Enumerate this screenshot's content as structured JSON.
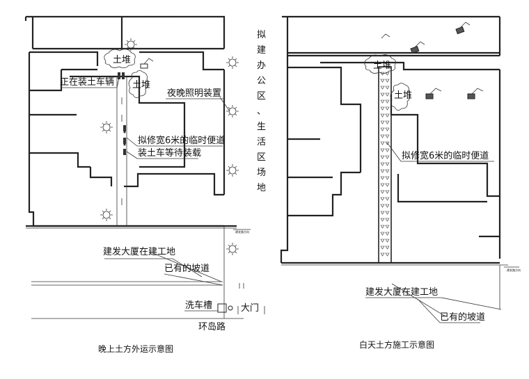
{
  "left_diagram": {
    "caption": "晚上土方外运示意图",
    "labels": {
      "soil_pile_top": "土堆",
      "soil_pile_right": "土堆",
      "loading_vehicle": "正在装土车辆",
      "night_lighting": "夜晚照明装置",
      "temp_road": "拟修宽6米的临时便道",
      "trucks_waiting": "装土车等待装载",
      "building_site": "建发大厦在建工地",
      "existing_ramp": "已有的坡道",
      "wash_trough": "洗车槽",
      "gate": "大门",
      "ring_road": "环岛路",
      "office_area": [
        "拟",
        "建",
        "办",
        "公",
        "区",
        "、",
        "生",
        "活",
        "区",
        "场",
        "地"
      ]
    }
  },
  "right_diagram": {
    "caption": "白天土方施工示意图",
    "labels": {
      "soil_pile_top": "土堆",
      "soil_pile_right": "土堆",
      "temp_road": "拟修宽6米的临时便道",
      "building_site": "建发大厦在建工地",
      "existing_ramp": "已有的坡道"
    }
  }
}
